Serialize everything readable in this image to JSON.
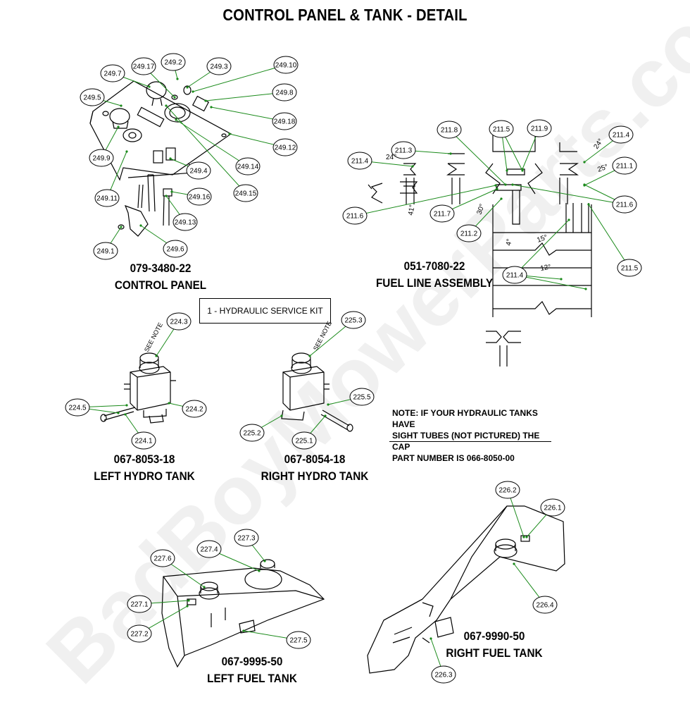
{
  "page_title": "CONTROL PANEL & TANK - DETAIL",
  "watermark": "BadBoyMowerParts.com",
  "sections": {
    "control_panel": {
      "part_number": "079-3480-22",
      "name": "CONTROL PANEL"
    },
    "fuel_line": {
      "part_number": "051-7080-22",
      "name": "FUEL LINE ASSEMBLY"
    },
    "left_hydro": {
      "part_number": "067-8053-18",
      "name": "LEFT HYDRO TANK"
    },
    "right_hydro": {
      "part_number": "067-8054-18",
      "name": "RIGHT HYDRO TANK"
    },
    "left_fuel": {
      "part_number": "067-9995-50",
      "name": "LEFT FUEL TANK"
    },
    "right_fuel": {
      "part_number": "067-9990-50",
      "name": "RIGHT FUEL TANK"
    }
  },
  "kit_label": "1 - HYDRAULIC SERVICE KIT",
  "note_lines": [
    "NOTE: IF YOUR HYDRAULIC TANKS HAVE",
    "SIGHT TUBES (NOT PICTURED) THE CAP",
    "PART NUMBER IS 066-8050-00"
  ],
  "see_note": "SEE NOTE",
  "callouts": {
    "control_panel": [
      "249.1",
      "249.2",
      "249.3",
      "249.4",
      "249.5",
      "249.6",
      "249.7",
      "249.8",
      "249.9",
      "249.10",
      "249.11",
      "249.12",
      "249.13",
      "249.14",
      "249.15",
      "249.16",
      "249.17",
      "249.18"
    ],
    "fuel_line": [
      "211.1",
      "211.2",
      "211.3",
      "211.4",
      "211.4",
      "211.4",
      "211.5",
      "211.5",
      "211.6",
      "211.6",
      "211.7",
      "211.8",
      "211.9"
    ],
    "left_hydro": [
      "224.1",
      "224.2",
      "224.3",
      "224.5"
    ],
    "right_hydro": [
      "225.1",
      "225.2",
      "225.3",
      "225.5"
    ],
    "right_fuel": [
      "226.1",
      "226.2",
      "226.3",
      "226.4"
    ],
    "left_fuel": [
      "227.1",
      "227.2",
      "227.3",
      "227.4",
      "227.5",
      "227.6"
    ]
  },
  "dimensions": [
    "24°",
    "24°",
    "25°",
    "41°",
    "30°",
    "4°",
    "15°",
    "12°"
  ],
  "colors": {
    "leader": "#1a8a1a",
    "line": "#000000",
    "bubble_fill": "#ffffff"
  }
}
